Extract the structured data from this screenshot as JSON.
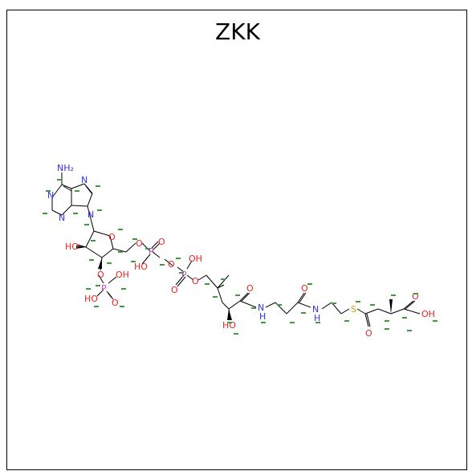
{
  "title": "ZKK",
  "colors": {
    "carbon": "#000000",
    "nitrogen": "#3333dd",
    "oxygen": "#ee2222",
    "phosphorus": "#cc44cc",
    "sulfur": "#c8a000",
    "index": "#3a9e3a"
  },
  "atoms": {
    "nh2": "NH₂",
    "n1": "N",
    "n3": "N",
    "n7": "N",
    "n9": "N",
    "o_ring": "O",
    "ho_2": "HO",
    "o_3": "O",
    "p_a": "P",
    "oh_pa1": "OH",
    "ho_pa": "HO",
    "o_pa_dbl": "O",
    "o_5": "O",
    "p_1": "P",
    "o_p1_dbl": "O",
    "ho_p1": "HO",
    "o_bridge": "O",
    "p_2": "P",
    "oh_p2": "OH",
    "o_p2_dbl": "O",
    "o_p2_link": "O",
    "ho_pant": "HO",
    "o_pant_amide": "O",
    "nh_1": "N",
    "nh_1_h": "H",
    "o_amide2": "O",
    "nh_2": "N",
    "nh_2_h": "H",
    "s": "S",
    "o_thioester": "O",
    "o_acid": "O",
    "oh_acid": "OH"
  }
}
